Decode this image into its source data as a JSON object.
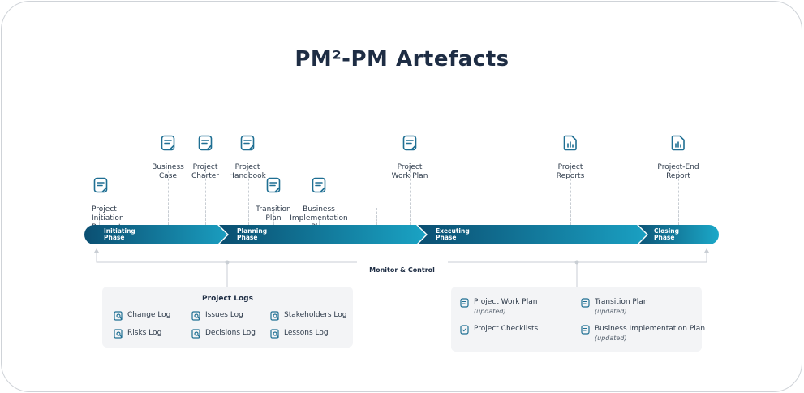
{
  "title": "PM²-PM Artefacts",
  "artefacts": [
    {
      "label": "Business\nCase",
      "icon": "document-icon"
    },
    {
      "label": "Project\nCharter",
      "icon": "document-icon"
    },
    {
      "label": "Project\nHandbook",
      "icon": "document-icon"
    },
    {
      "label": "Project\nInitiation Request",
      "icon": "document-icon"
    },
    {
      "label": "Transition\nPlan",
      "icon": "document-icon"
    },
    {
      "label": "Business\nImplementation\nPlan",
      "icon": "document-icon"
    },
    {
      "label": "Project\nWork Plan",
      "icon": "document-icon"
    },
    {
      "label": "Project\nReports",
      "icon": "report-chart-icon"
    },
    {
      "label": "Project-End\nReport",
      "icon": "report-chart-icon"
    }
  ],
  "phases": [
    {
      "label": "Initiating\nPhase"
    },
    {
      "label": "Planning\nPhase"
    },
    {
      "label": "Executing\nPhase"
    },
    {
      "label": "Closing\nPhase"
    }
  ],
  "monitor_control": "Monitor & Control",
  "project_logs": {
    "title": "Project Logs",
    "items": [
      "Change Log",
      "Issues Log",
      "Stakeholders Log",
      "Risks Log",
      "Decisions Log",
      "Lessons Log"
    ]
  },
  "updated_artefacts": [
    {
      "label": "Project Work Plan",
      "note": "(updated)"
    },
    {
      "label": "Transition Plan",
      "note": "(updated)"
    },
    {
      "label": "Project Checklists",
      "note": ""
    },
    {
      "label": "Business Implementation Plan",
      "note": "(updated)"
    }
  ],
  "colors": {
    "bar_dark": "#0b4f72",
    "bar_light": "#1aa0c2",
    "title": "#1e2d44",
    "icon": "#1f6f93"
  }
}
